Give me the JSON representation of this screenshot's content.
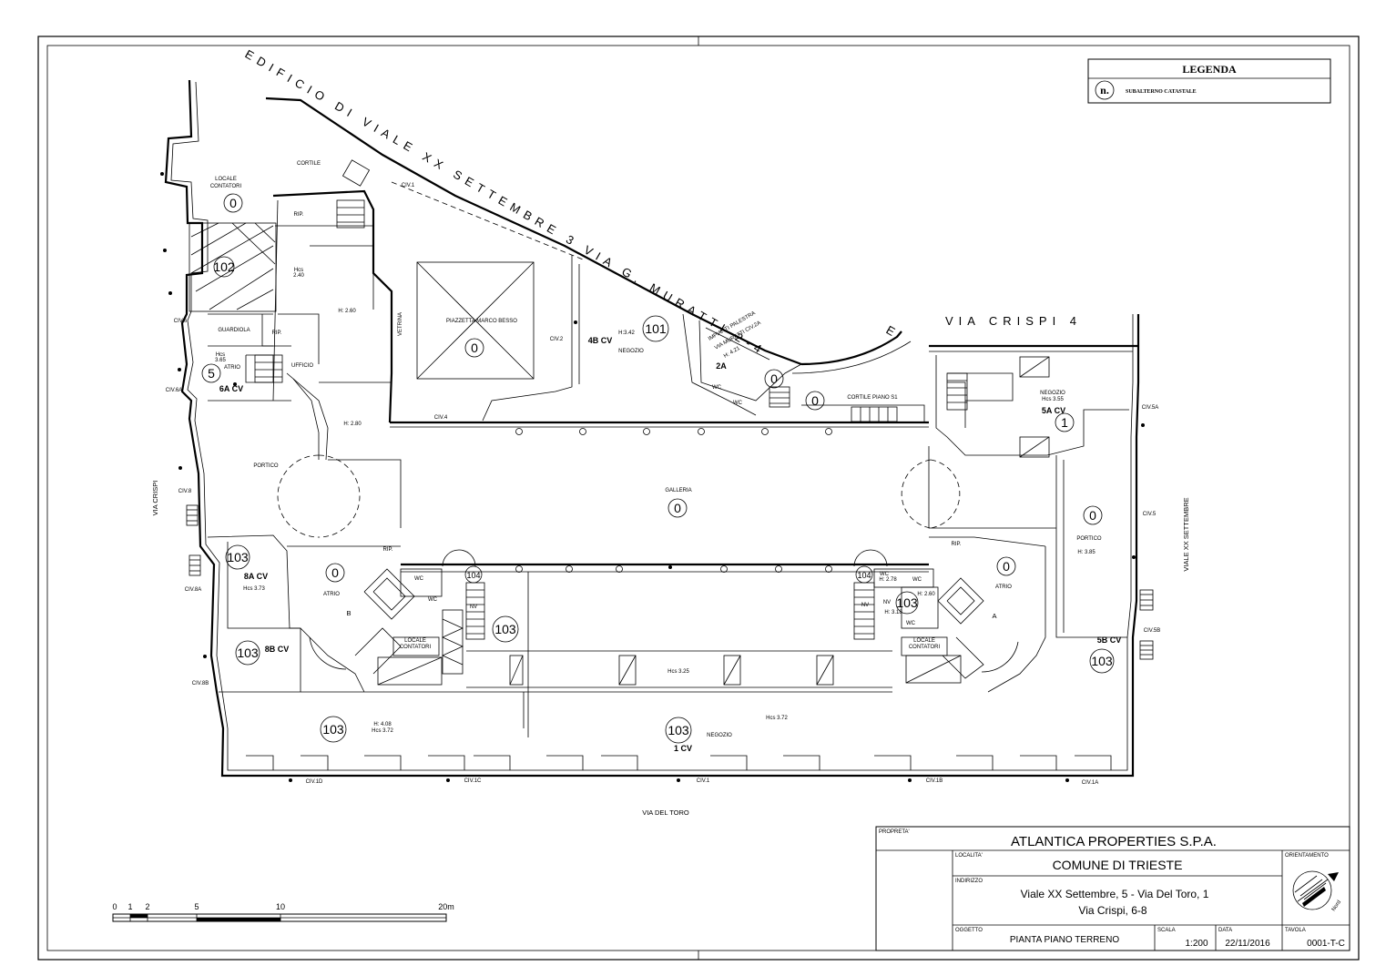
{
  "legend": {
    "title": "LEGENDA",
    "symbol": "n.",
    "item": "SUBALTERNO CATASTALE"
  },
  "streets": {
    "north": "EDIFICIO DI VIALE XX SETTEMBRE 3 VIA G. MURATTI 2-4",
    "north_e": "E",
    "northeast": "VIA CRISPI 4",
    "west": "VIA CRISPI",
    "east": "VIALE XX SETTEMBRE",
    "south": "VIA DEL TORO"
  },
  "rooms": {
    "cortile": "CORTILE",
    "locale_contatori_1": "LOCALE",
    "locale_contatori_2": "CONTATORI",
    "rip1": "RIP.",
    "rip2": "RIP.",
    "rip3": "RIP.",
    "rip4": "RIP.",
    "guardiola": "GUARDIOLA",
    "atrio1": "ATRIO",
    "ufficio": "UFFICIO",
    "vetrina": "VETRINA",
    "piazzetta": "PIAZZETTA MARCO BESSO",
    "negozio1": "NEGOZIO",
    "impianti1": "IMPIANTI PALESTRA",
    "impianti2": "VIA MURATTI CIV.2A",
    "impianti3": "H: 4.21",
    "cortile_s1": "CORTILE PIANO S1",
    "negozio2": "NEGOZIO",
    "negozio2_h": "Hcs 3.55",
    "portico1": "PORTICO",
    "galleria": "GALLERIA",
    "portico2": "PORTICO",
    "portico2_h": "H: 3.85",
    "atrio_b": "ATRIO",
    "b": "B",
    "atrio_a": "ATRIO",
    "a": "A",
    "wc1": "WC",
    "wc2": "WC",
    "wc3": "WC",
    "wc4": "WC",
    "wc5": "WC",
    "wc6": "WC",
    "wc7": "WC",
    "nv1": "NV",
    "nv2": "NV",
    "nv3": "NV",
    "loc_cont_b1": "LOCALE",
    "loc_cont_b2": "CONTATORI",
    "loc_cont_a1": "LOCALE",
    "loc_cont_a2": "CONTATORI",
    "negozio3": "NEGOZIO",
    "h_hcs240_1": "Hcs",
    "h_hcs240_2": "2.40",
    "h_260": "H: 2.60",
    "h_280": "H: 2.80",
    "h_guardiola_1": "Hcs",
    "h_guardiola_2": "3.65",
    "h_negozio1": "H:3.42",
    "h_373": "Hcs 3.73",
    "h_325": "Hcs 3.25",
    "h_372": "Hcs 3.72",
    "h_408": "H: 4.08",
    "h_372b": "Hcs 3.72",
    "h_278": "H: 2.78",
    "h_260b": "H: 2.60",
    "h_318": "H: 3.18"
  },
  "units": {
    "u0_loc": "0",
    "u102": "102",
    "u5": "5",
    "u0_piazzetta": "0",
    "u101": "101",
    "u0_impianti": "0",
    "u0_cortile": "0",
    "u1": "1",
    "u0_galleria": "0",
    "u0_portico": "0",
    "u103_8a": "103",
    "u0_atrio_b": "0",
    "u104_left": "104",
    "u103_center_left": "103",
    "u104_right": "104",
    "u103_right_wc": "103",
    "u0_atrio_a": "0",
    "u103_5b": "103",
    "u103_8b": "103",
    "u103_bottom_left": "103",
    "u103_bottom_center": "103"
  },
  "civics": {
    "civ1_top": "CIV.1",
    "civ6": "CIV.6",
    "civ6a": "CIV.6A",
    "civ2": "CIV.2",
    "civ4": "CIV.4",
    "civ5a": "CIV.5A",
    "civ8": "CIV.8",
    "civ5": "CIV.5",
    "civ8a": "CIV.8A",
    "civ5b": "CIV.5B",
    "civ8b": "CIV.8B",
    "civ1d": "CIV.1D",
    "civ1c": "CIV.1C",
    "civ1": "CIV.1",
    "civ1b": "CIV.1B",
    "civ1a": "CIV.1A"
  },
  "cv_marks": {
    "cv_6a": "6A  CV",
    "cv_4b": "4B  CV",
    "cv_2a": "2A",
    "cv_5a": "5A  CV",
    "cv_8a": "8A  CV",
    "cv_8b": "8B  CV",
    "cv_5b": "5B  CV",
    "cv_1": "1  CV"
  },
  "title_block": {
    "owner_label": "PROPRETA'",
    "owner": "ATLANTICA PROPERTIES S.P.A.",
    "location_label": "LOCALITA'",
    "location": "COMUNE DI TRIESTE",
    "orientation_label": "ORIENTAMENTO",
    "north": "Nord",
    "address_label": "INDIRIZZO",
    "address_1": "Viale XX Settembre, 5 -  Via Del Toro, 1",
    "address_2": "Via Crispi, 6-8",
    "subject_label": "OGGETTO",
    "subject": "PIANTA PIANO TERRENO",
    "scale_label": "SCALA",
    "scale": "1:200",
    "date_label": "DATA",
    "date": "22/11/2016",
    "sheet_label": "TAVOLA",
    "sheet": "0001-T-C"
  },
  "scale_bar": {
    "labels": [
      "0",
      "1",
      "2",
      "5",
      "10",
      "20m"
    ]
  }
}
